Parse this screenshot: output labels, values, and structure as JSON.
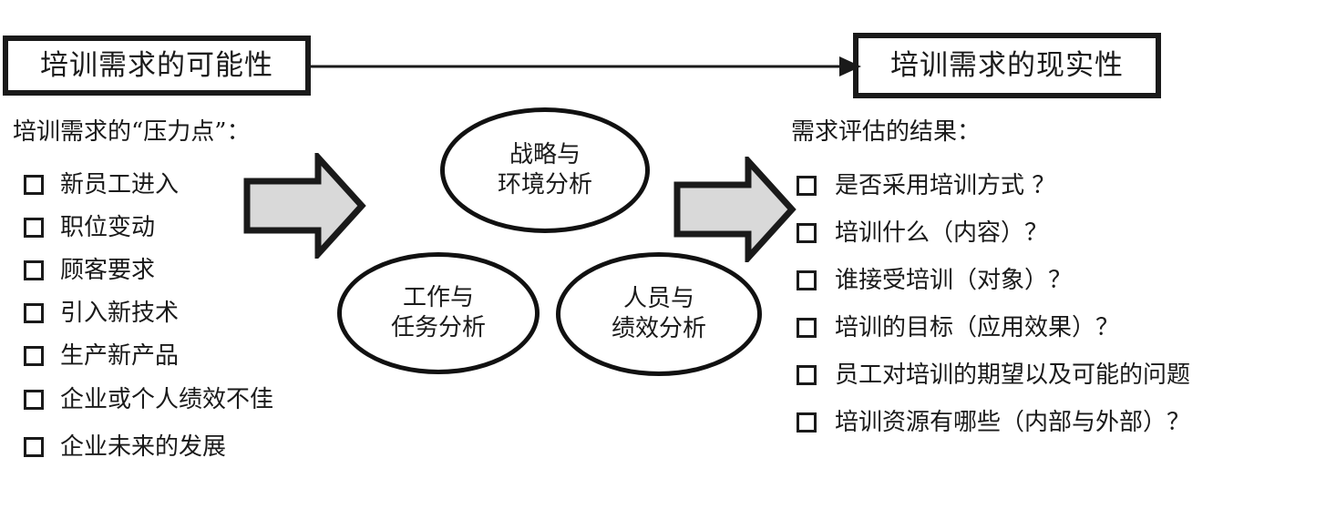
{
  "diagram": {
    "title_left": "培训需求的可能性",
    "title_right": "培训需求的现实性",
    "flow_arrow": "flow-arrow-right",
    "colors": {
      "stroke": "#1a1a1a",
      "arrow_fill": "#d9d9d9",
      "background": "#ffffff"
    }
  },
  "left_column": {
    "heading": "培训需求的“压力点”：",
    "items": [
      {
        "label": "新员工进入"
      },
      {
        "label": "职位变动"
      },
      {
        "label": "顾客要求"
      },
      {
        "label": "引入新技术"
      },
      {
        "label": "生产新产品"
      },
      {
        "label": "企业或个人绩效不佳"
      },
      {
        "label": "企业未来的发展"
      }
    ]
  },
  "right_column": {
    "heading": "需求评估的结果：",
    "items": [
      {
        "label": "是否采用培训方式 ？"
      },
      {
        "label": "培训什么（内容）？"
      },
      {
        "label": "谁接受培训（对象）？"
      },
      {
        "label": "培训的目标（应用效果）？"
      },
      {
        "label": "员工对培训的期望以及可能的问题"
      },
      {
        "label": "培训资源有哪些（内部与外部）？"
      }
    ]
  },
  "center": {
    "ellipses": [
      {
        "name": "strategy",
        "line1": "战略与",
        "line2": "环境分析"
      },
      {
        "name": "job-task",
        "line1": "工作与",
        "line2": "任务分析"
      },
      {
        "name": "person-performance",
        "line1": "人员与",
        "line2": "绩效分析"
      }
    ],
    "block_arrows": [
      {
        "name": "block-arrow-left"
      },
      {
        "name": "block-arrow-right"
      }
    ]
  }
}
